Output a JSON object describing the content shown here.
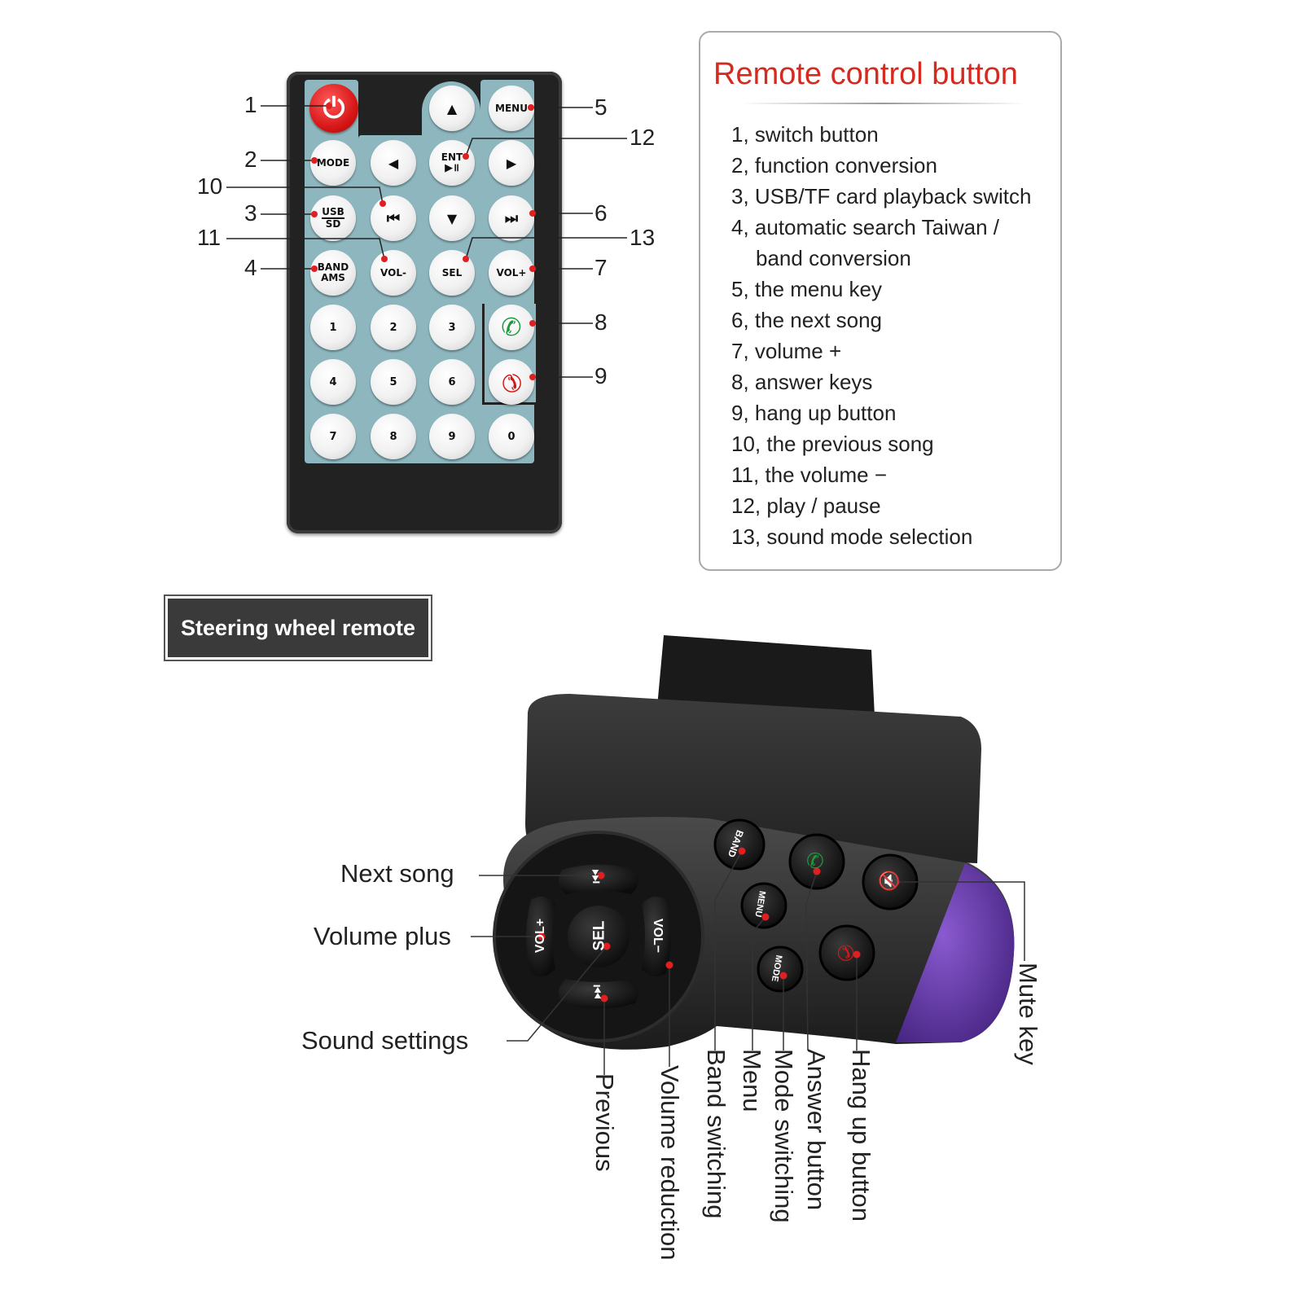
{
  "remote": {
    "buttons": {
      "power": "⏻",
      "up": "▲",
      "menu": "MENU",
      "mode": "MODE",
      "left": "◀",
      "ent_top": "ENT",
      "ent_bottom": "▶॥",
      "right": "▶",
      "usb_top": "USB",
      "usb_bottom": "SD",
      "prev": "⏮",
      "down": "▼",
      "next": "⏭",
      "band_top": "BAND",
      "band_bottom": "AMS",
      "vol_minus": "VOL-",
      "sel": "SEL",
      "vol_plus": "VOL+",
      "answer": "✆",
      "hangup": "✆",
      "digits": [
        "1",
        "2",
        "3",
        "4",
        "5",
        "6",
        "7",
        "8",
        "9",
        "0"
      ]
    },
    "callout_numbers": [
      "1",
      "2",
      "3",
      "4",
      "5",
      "6",
      "7",
      "8",
      "9",
      "10",
      "11",
      "12",
      "13"
    ]
  },
  "legend": {
    "title": "Remote control button",
    "items": [
      "1, switch button",
      "2, function conversion",
      "3, USB/TF card playback switch",
      "4, automatic search Taiwan /",
      "band conversion",
      "5, the menu key",
      "6, the next song",
      "7, volume +",
      "8, answer keys",
      "9, hang up button",
      "10, the previous song",
      "11, the volume −",
      "12, play / pause",
      "13, sound mode selection"
    ]
  },
  "steering": {
    "title": "Steering wheel remote",
    "button_marks": {
      "next": "⏭",
      "prev": "⏮",
      "vol_plus": "VOL+",
      "vol_minus": "VOL−",
      "sel": "SEL",
      "band": "BAND",
      "menu": "MENU",
      "mode": "MODE",
      "answer": "✆",
      "hangup": "✆",
      "mute": "🔇"
    },
    "labels": {
      "next_song": "Next song",
      "volume_plus": "Volume plus",
      "sound_settings": "Sound settings",
      "previous": "Previous",
      "volume_reduction": "Volume reduction",
      "band_switching": "Band switching",
      "menu": "Menu",
      "mode_switching": "Mode switching",
      "answer_button": "Answer button",
      "hang_up_button": "Hang up button",
      "mute_key": "Mute key"
    }
  },
  "colors": {
    "callout_red": "#e02020",
    "title_red": "#d42a20",
    "pad_blue": "#8db6bf",
    "answer_green": "#1a9a3a",
    "hangup_red": "#d01818",
    "mute_purple": "#6a3fb0"
  }
}
